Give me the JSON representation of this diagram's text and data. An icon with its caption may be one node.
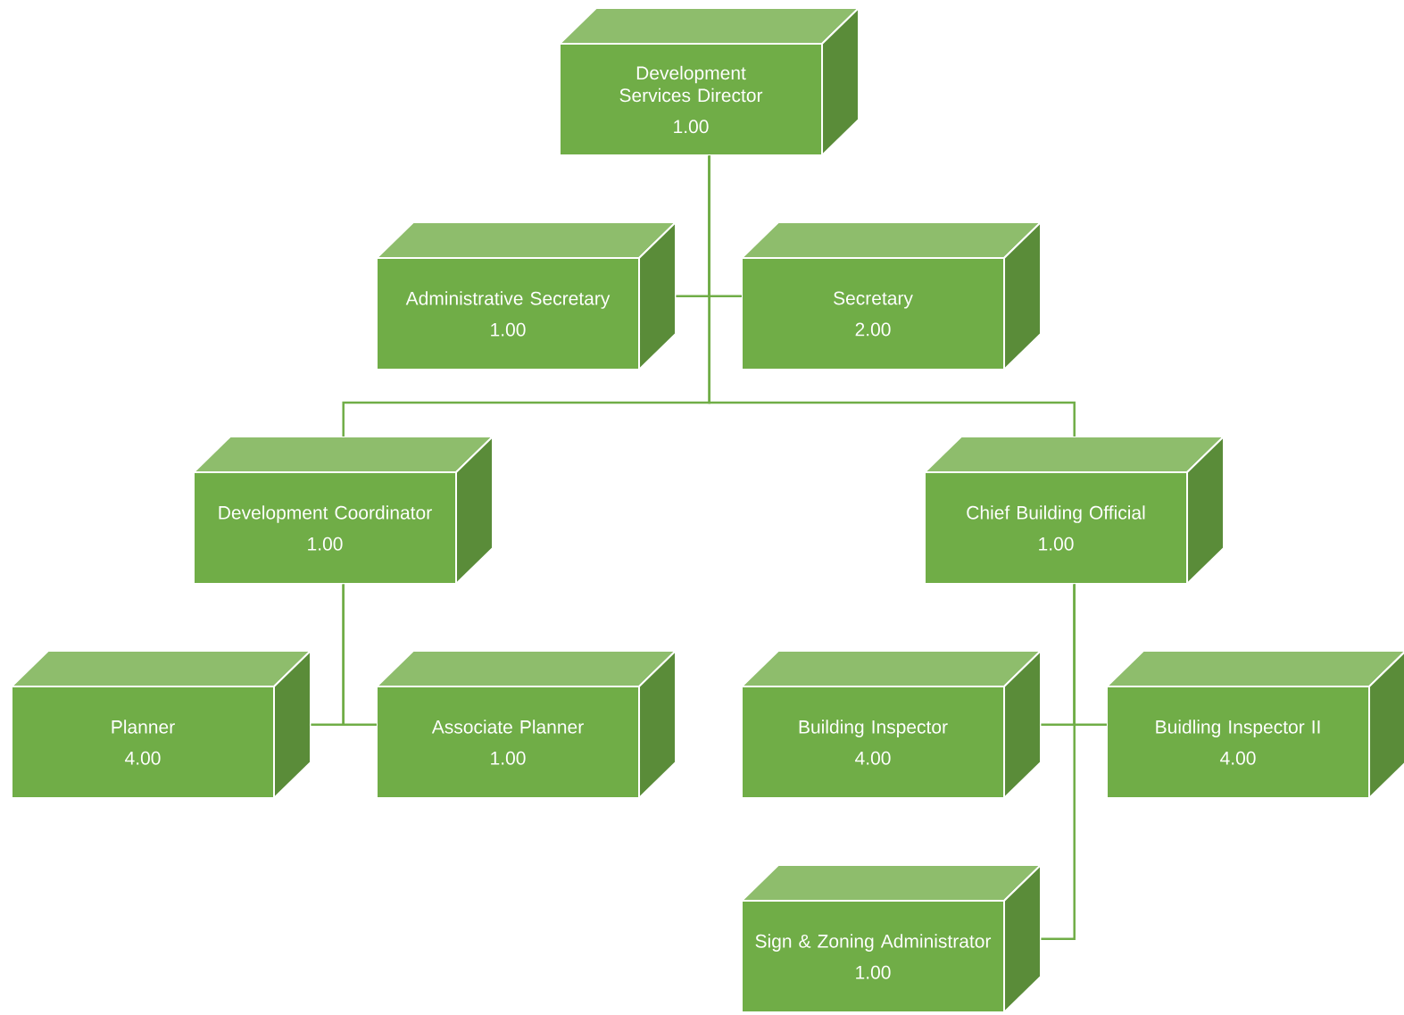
{
  "diagram": {
    "nodes": [
      {
        "text": [
          "Development Services Director",
          "1.00"
        ]
      },
      {
        "text": [
          "Administrative Secretary",
          "1.00"
        ]
      },
      {
        "text": [
          "Secretary",
          "2.00"
        ]
      },
      {
        "text": [
          "Development Coordinator",
          "1.00"
        ]
      },
      {
        "text": [
          "Chief Building Official",
          "1.00"
        ]
      },
      {
        "text": [
          "Planner",
          "4.00"
        ]
      },
      {
        "text": [
          "Associate Planner",
          "1.00"
        ]
      },
      {
        "text": [
          "Building Inspector",
          "4.00"
        ]
      },
      {
        "text": [
          "Buidling Inspector II",
          "4.00"
        ]
      },
      {
        "text": [
          "Sign & Zoning Administrator",
          "1.00"
        ]
      }
    ],
    "edges": [
      {
        "from": 0,
        "to": 1,
        "arrow": "none"
      },
      {
        "from": 0,
        "to": 2,
        "arrow": "none"
      },
      {
        "from": 0,
        "to": 3,
        "arrow": "none"
      },
      {
        "from": 0,
        "to": 4,
        "arrow": "none"
      },
      {
        "from": 3,
        "to": 5,
        "arrow": "none"
      },
      {
        "from": 3,
        "to": 6,
        "arrow": "none"
      },
      {
        "from": 4,
        "to": 7,
        "arrow": "none"
      },
      {
        "from": 4,
        "to": 8,
        "arrow": "none"
      },
      {
        "from": 4,
        "to": 9,
        "arrow": "none"
      }
    ]
  }
}
